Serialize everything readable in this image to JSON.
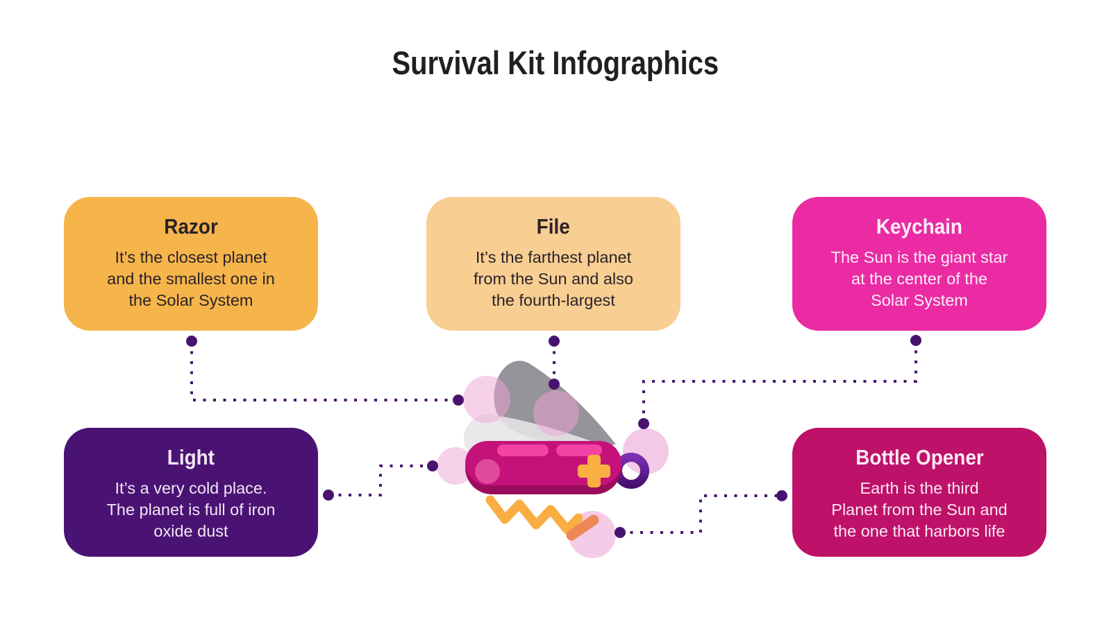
{
  "title": "Survival Kit Infographics",
  "page": {
    "background": "#FFFFFF",
    "title_color": "#211F21"
  },
  "cards": [
    {
      "id": "razor",
      "label": "Razor",
      "description": "It’s the closest planet\nand the smallest one in\nthe Solar System",
      "bg": "#F6B54B",
      "text_color": "#2B2228"
    },
    {
      "id": "file",
      "label": "File",
      "description": "It’s the farthest planet\nfrom the Sun and also\nthe fourth-largest",
      "bg": "#F8CE93",
      "text_color": "#2B2228"
    },
    {
      "id": "keychain",
      "label": "Keychain",
      "description": "The Sun is the giant star\nat the center of the\nSolar System",
      "bg": "#EA2BA3",
      "text_color": "#FCEFF9"
    },
    {
      "id": "light",
      "label": "Light",
      "description": "It’s a very cold place.\nThe planet is full of iron\noxide dust",
      "bg": "#4A1373",
      "text_color": "#F2E7F4"
    },
    {
      "id": "bottle_opener",
      "label": "Bottle Opener",
      "description": "Earth is the third\nPlanet from the Sun and\nthe one that harbors life",
      "bg": "#BE1169",
      "text_color": "#FBE9F2"
    }
  ],
  "illustration": {
    "name": "swiss-army-knife",
    "colors": {
      "body": "#C4127A",
      "body_shadow": "#9A0D5C",
      "slot": "#F343A4",
      "body_highlight": "#E04A9A",
      "cross": "#FBAE41",
      "blade_dark": "#96939A",
      "blade_light": "#E7E5E7",
      "bubble": "#EFA3D5",
      "bubble_solid": "#F3C9E6",
      "ring_top": "#7B2FB2",
      "ring_bottom": "#471070",
      "corkscrew": "#F9AD42",
      "corkscrew_tip": "#ED8756"
    }
  },
  "connectors": {
    "color": "#48136F"
  }
}
